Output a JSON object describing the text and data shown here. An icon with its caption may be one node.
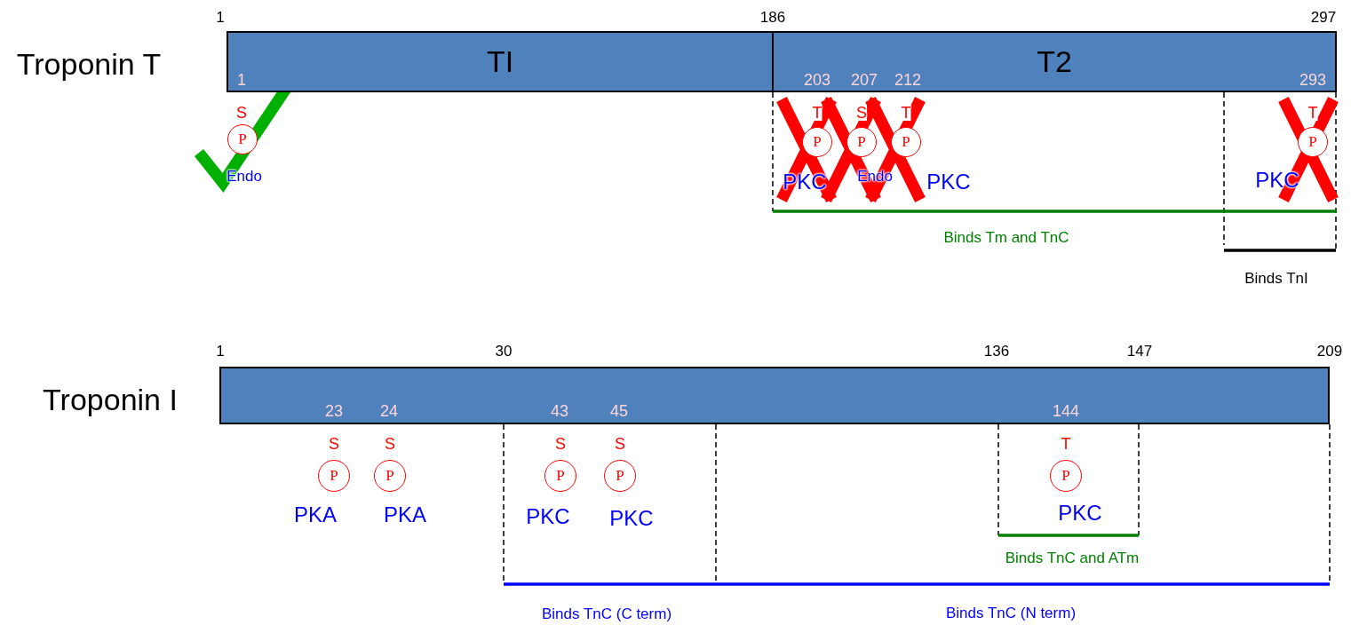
{
  "diagram": {
    "nodes": [
      {
        "text": [
          "TI"
        ]
      },
      {
        "text": [
          "T2"
        ]
      },
      {
        "text": [
          "P"
        ]
      },
      {
        "text": [
          "P"
        ]
      },
      {
        "text": [
          "P"
        ]
      },
      {
        "text": [
          "P"
        ]
      },
      {
        "text": [
          "P"
        ]
      },
      {
        "text": [],
        "shape": "bar"
      },
      {
        "text": [
          "P"
        ]
      },
      {
        "text": [
          "P"
        ]
      },
      {
        "text": [
          "P"
        ]
      },
      {
        "text": [
          "P"
        ]
      },
      {
        "text": [
          "P"
        ]
      }
    ],
    "edges": [],
    "labels": [
      "Troponin T",
      "1",
      "186",
      "297",
      "1",
      "203",
      "207",
      "212",
      "293",
      "S",
      "T",
      "S",
      "T",
      "T",
      "Endo",
      "PKC",
      "Endo",
      "PKC",
      "PKC",
      "Binds Tm and TnC",
      "Binds TnI",
      "Troponin I",
      "1",
      "30",
      "136",
      "147",
      "209",
      "23",
      "24",
      "43",
      "45",
      "144",
      "S",
      "S",
      "S",
      "S",
      "T",
      "PKA",
      "PKA",
      "PKC",
      "PKC",
      "PKC",
      "Binds TnC and ATm",
      "Binds TnC (C term)",
      "Binds TnC (N term)"
    ]
  }
}
